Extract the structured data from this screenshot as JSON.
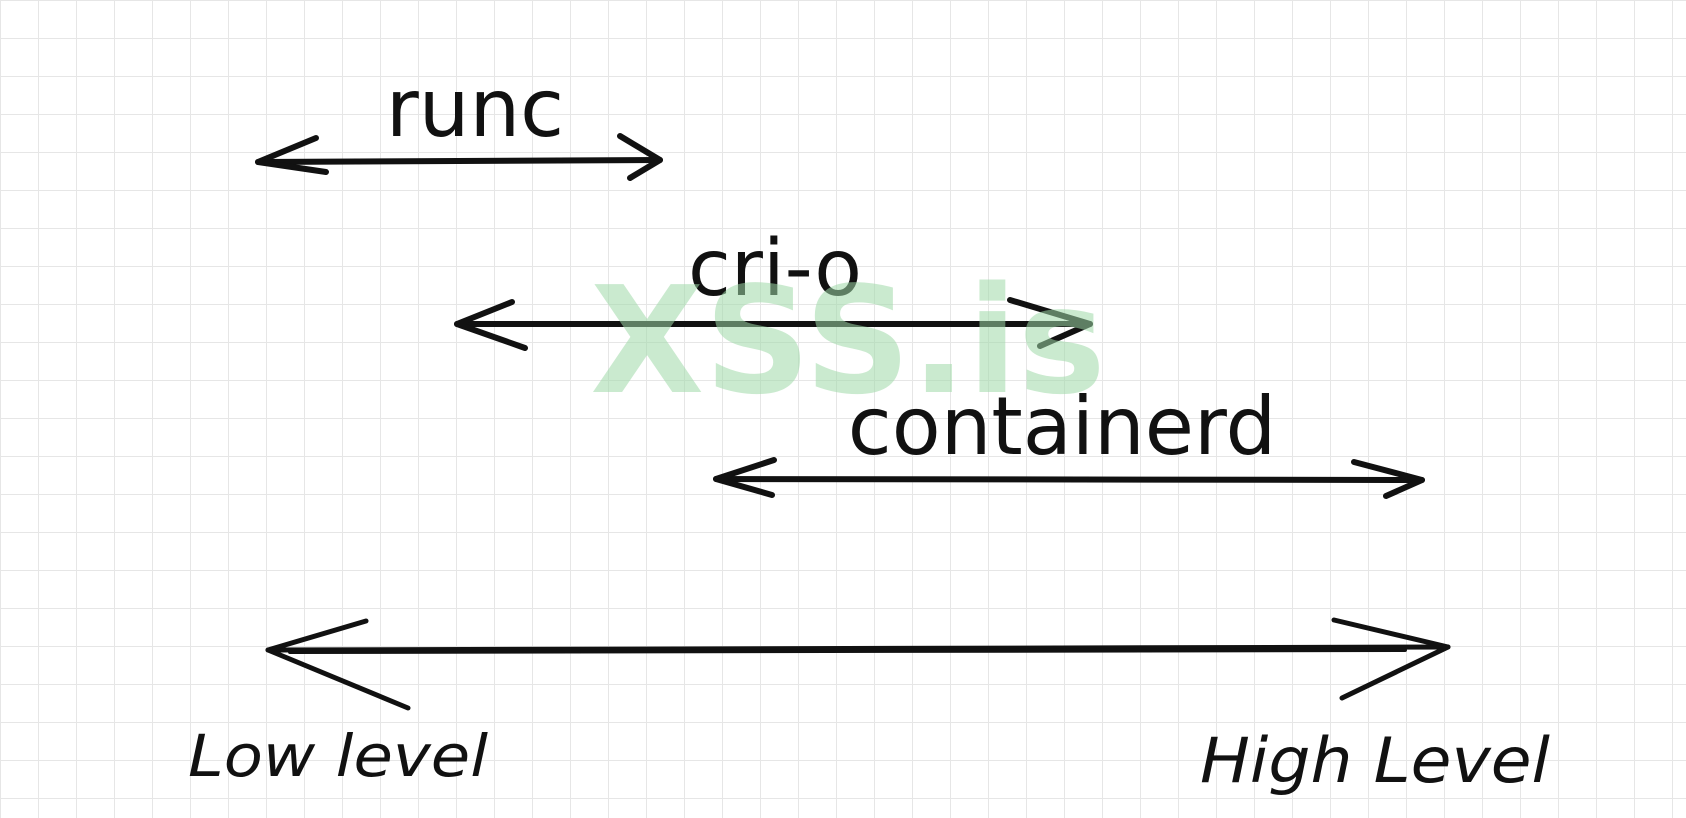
{
  "diagram": {
    "colors": {
      "ink": "#111111",
      "grid": "#e6e6e6",
      "watermark": "#9fd8a8"
    },
    "ranges": [
      {
        "id": "runc",
        "label": "runc"
      },
      {
        "id": "crio",
        "label": "cri-o"
      },
      {
        "id": "containerd",
        "label": "containerd"
      }
    ],
    "scale": {
      "low_label": "Low level",
      "high_label": "High Level"
    },
    "watermark": "XSS.is"
  }
}
